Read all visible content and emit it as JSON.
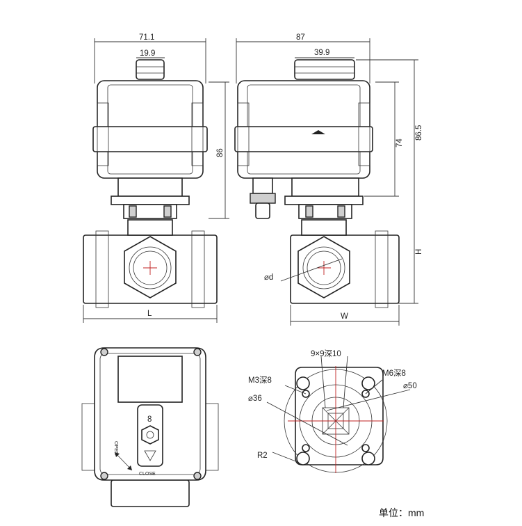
{
  "front_view": {
    "overall_width": "71.1",
    "knob_width": "19.9",
    "height": "86",
    "length": "L"
  },
  "side_view": {
    "overall_width": "87",
    "knob_width": "39.9",
    "body_height": "74",
    "total_height": "86.5",
    "pipe_height": "H",
    "width": "W",
    "diameter": "⌀d"
  },
  "top_view": {
    "open_label": "OPEN",
    "close_label": "CLOSE",
    "indicator_number": "8"
  },
  "flange_view": {
    "square_drive": "9×9深10",
    "m3_hole": "M3深8",
    "m6_hole": "M6深8",
    "inner_circle": "⌀36",
    "outer_circle": "⌀50",
    "radius": "R2"
  },
  "unit_label": "单位：mm"
}
